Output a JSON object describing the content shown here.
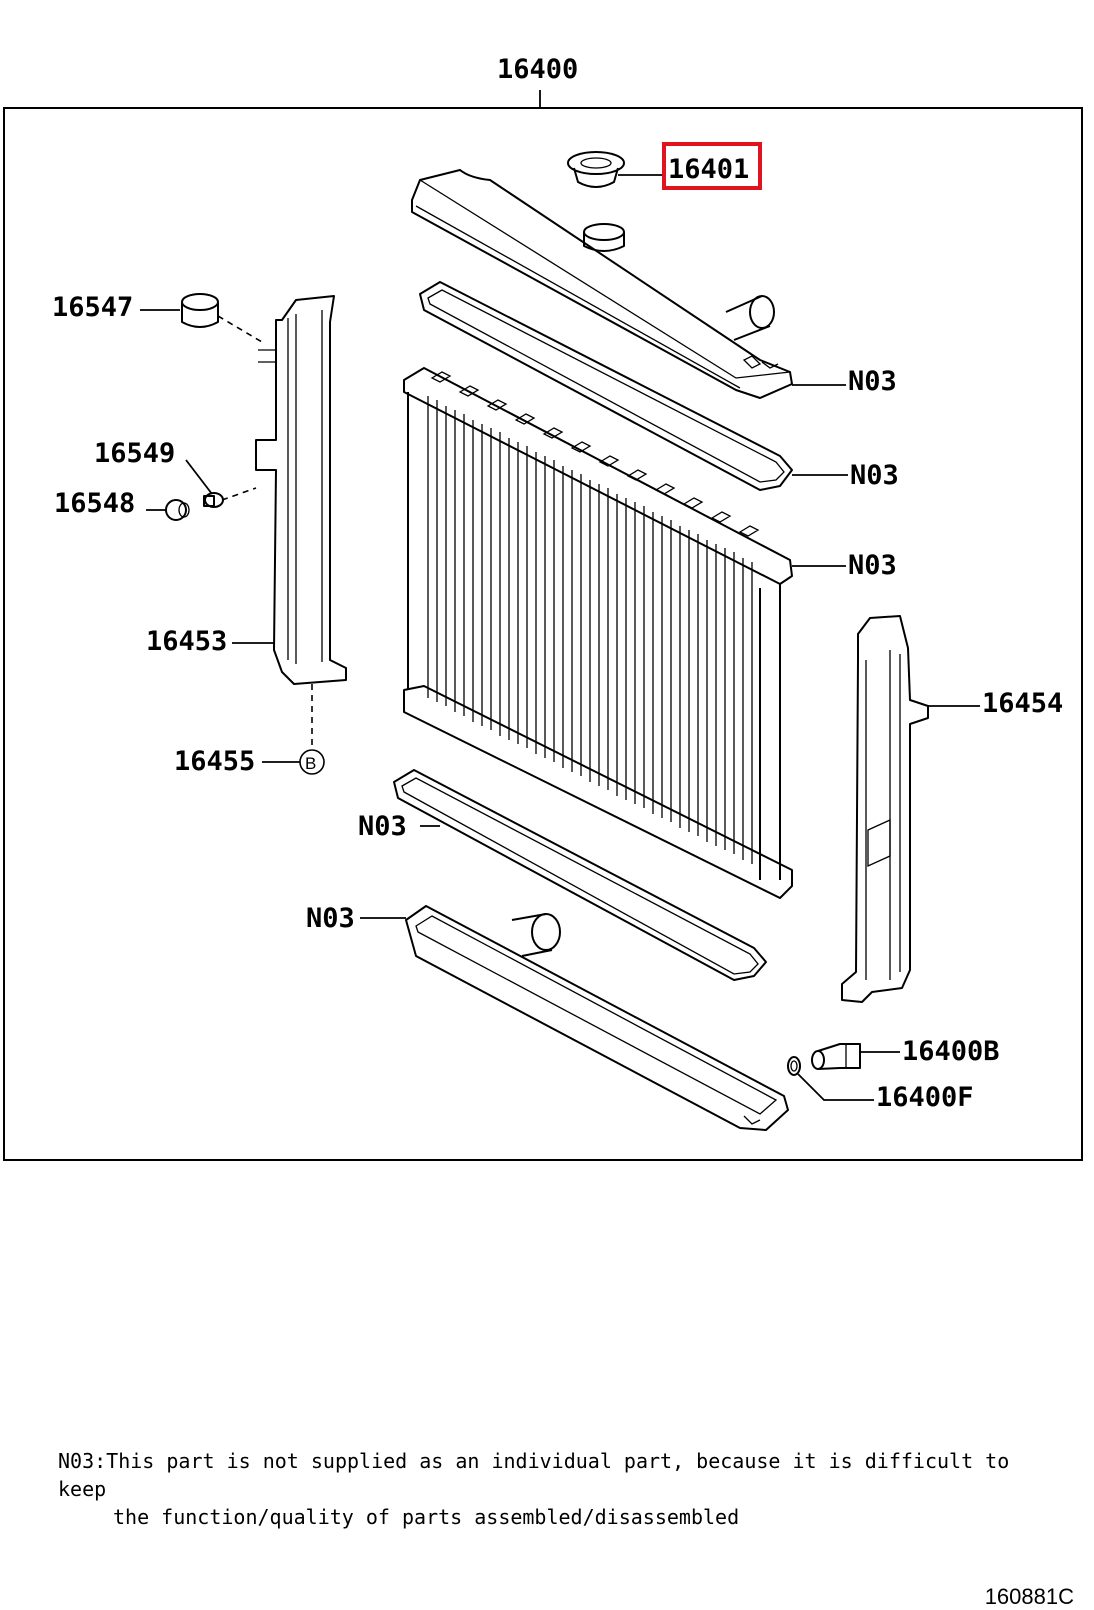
{
  "diagram": {
    "assembly_label": "16400",
    "highlight_color": "#e0141e",
    "callouts": {
      "radiator_cap": "16401",
      "cushion_upper": "16547",
      "grommet": "16549",
      "cushion_lower": "16548",
      "support_left": "16453",
      "bolt": "16455",
      "support_right": "16454",
      "drain_cock": "16400B",
      "drain_cock_packing": "16400F",
      "upper_tank": "N03",
      "upper_gasket": "N03",
      "core": "N03",
      "lower_gasket": "N03",
      "lower_tank": "N03"
    },
    "ref_marker": "B"
  },
  "footnote": {
    "line1": "N03:This part is not supplied as an individual part, because it is difficult to keep",
    "line2": "the function/quality of parts assembled/disassembled"
  },
  "document_id": "160881C"
}
